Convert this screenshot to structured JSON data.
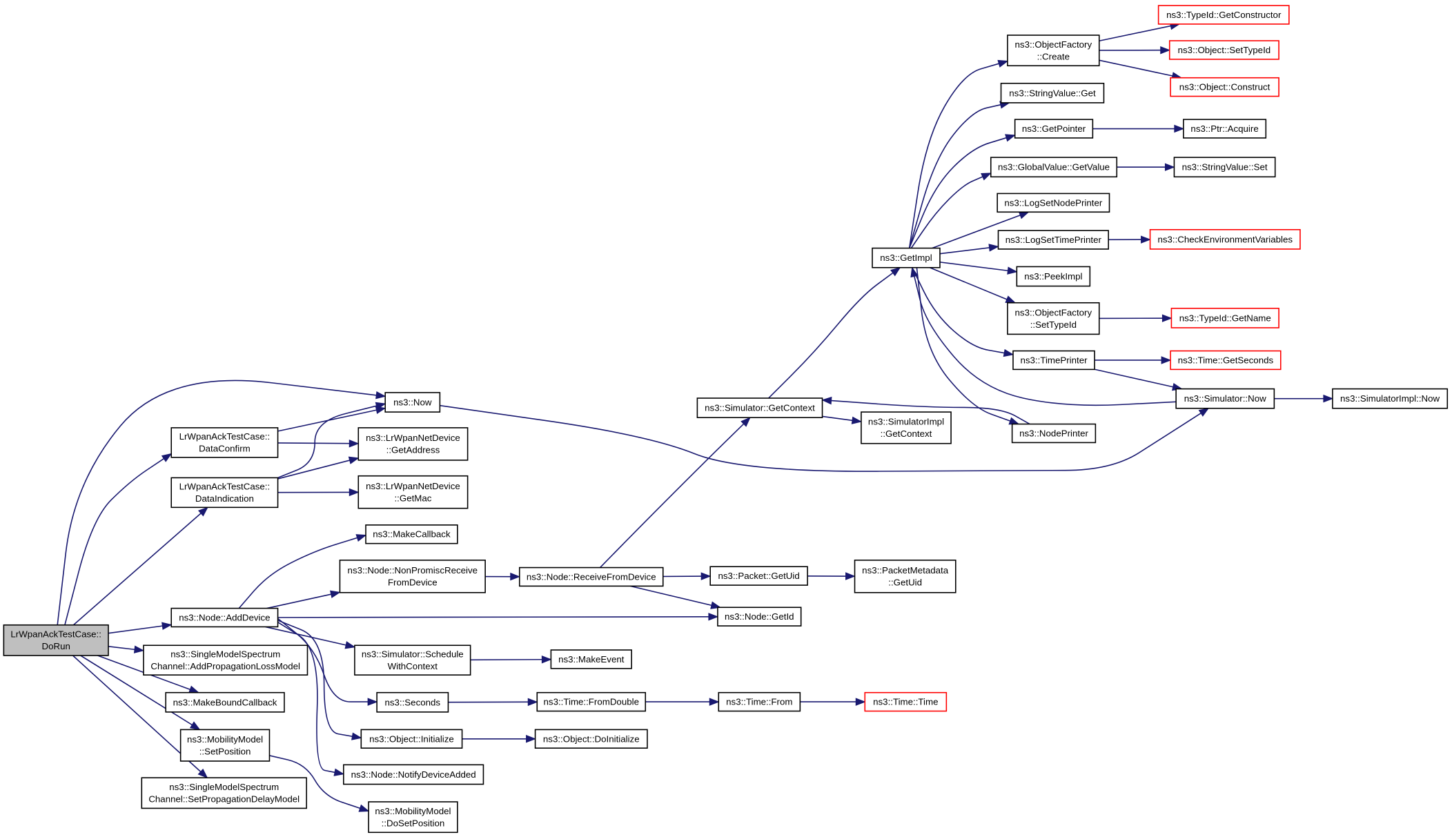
{
  "colors": {
    "edge": "#191970",
    "node_border": "#000000",
    "external_border": "#ff0000",
    "root_fill": "#bfbfbf"
  },
  "nodes": [
    {
      "id": "dorun",
      "lines": [
        "LrWpanAckTestCase::",
        "DoRun"
      ],
      "root": true
    },
    {
      "id": "now",
      "lines": [
        "ns3::Now"
      ]
    },
    {
      "id": "dataconfirm",
      "lines": [
        "LrWpanAckTestCase::",
        "DataConfirm"
      ]
    },
    {
      "id": "dataindication",
      "lines": [
        "LrWpanAckTestCase::",
        "DataIndication"
      ]
    },
    {
      "id": "getaddress",
      "lines": [
        "ns3::LrWpanNetDevice",
        "::GetAddress"
      ]
    },
    {
      "id": "getmac",
      "lines": [
        "ns3::LrWpanNetDevice",
        "::GetMac"
      ]
    },
    {
      "id": "adddevice",
      "lines": [
        "ns3::Node::AddDevice"
      ]
    },
    {
      "id": "addproploss",
      "lines": [
        "ns3::SingleModelSpectrum",
        "Channel::AddPropagationLossModel"
      ]
    },
    {
      "id": "makeboundcallback",
      "lines": [
        "ns3::MakeBoundCallback"
      ]
    },
    {
      "id": "setposition",
      "lines": [
        "ns3::MobilityModel",
        "::SetPosition"
      ]
    },
    {
      "id": "setpropdelay",
      "lines": [
        "ns3::SingleModelSpectrum",
        "Channel::SetPropagationDelayModel"
      ]
    },
    {
      "id": "makecallback",
      "lines": [
        "ns3::MakeCallback"
      ]
    },
    {
      "id": "nonpromisc",
      "lines": [
        "ns3::Node::NonPromiscReceive",
        "FromDevice"
      ]
    },
    {
      "id": "schedulewc",
      "lines": [
        "ns3::Simulator::Schedule",
        "WithContext"
      ]
    },
    {
      "id": "seconds",
      "lines": [
        "ns3::Seconds"
      ]
    },
    {
      "id": "objinit",
      "lines": [
        "ns3::Object::Initialize"
      ]
    },
    {
      "id": "notifydevadded",
      "lines": [
        "ns3::Node::NotifyDeviceAdded"
      ]
    },
    {
      "id": "dosetposition",
      "lines": [
        "ns3::MobilityModel",
        "::DoSetPosition"
      ]
    },
    {
      "id": "receivefromdevice",
      "lines": [
        "ns3::Node::ReceiveFromDevice"
      ]
    },
    {
      "id": "makeevent",
      "lines": [
        "ns3::MakeEvent"
      ]
    },
    {
      "id": "fromdouble",
      "lines": [
        "ns3::Time::FromDouble"
      ]
    },
    {
      "id": "doinitialize",
      "lines": [
        "ns3::Object::DoInitialize"
      ]
    },
    {
      "id": "simgetcontext",
      "lines": [
        "ns3::Simulator::GetContext"
      ]
    },
    {
      "id": "packetgetuid",
      "lines": [
        "ns3::Packet::GetUid"
      ]
    },
    {
      "id": "nodegetid",
      "lines": [
        "ns3::Node::GetId"
      ]
    },
    {
      "id": "timefrom",
      "lines": [
        "ns3::Time::From"
      ]
    },
    {
      "id": "timetime",
      "lines": [
        "ns3::Time::Time"
      ],
      "external": true
    },
    {
      "id": "pmgetuid",
      "lines": [
        "ns3::PacketMetadata",
        "::GetUid"
      ]
    },
    {
      "id": "simimplgetcontext",
      "lines": [
        "ns3::SimulatorImpl",
        "::GetContext"
      ]
    },
    {
      "id": "getimpl",
      "lines": [
        "ns3::GetImpl"
      ]
    },
    {
      "id": "ofcreate",
      "lines": [
        "ns3::ObjectFactory",
        "::Create"
      ]
    },
    {
      "id": "svget",
      "lines": [
        "ns3::StringValue::Get"
      ]
    },
    {
      "id": "getpointer",
      "lines": [
        "ns3::GetPointer"
      ]
    },
    {
      "id": "gvgetvalue",
      "lines": [
        "ns3::GlobalValue::GetValue"
      ]
    },
    {
      "id": "logsetnode",
      "lines": [
        "ns3::LogSetNodePrinter"
      ]
    },
    {
      "id": "logsettime",
      "lines": [
        "ns3::LogSetTimePrinter"
      ]
    },
    {
      "id": "peekimpl",
      "lines": [
        "ns3::PeekImpl"
      ]
    },
    {
      "id": "ofsettypeid",
      "lines": [
        "ns3::ObjectFactory",
        "::SetTypeId"
      ]
    },
    {
      "id": "timeprinter",
      "lines": [
        "ns3::TimePrinter"
      ]
    },
    {
      "id": "nodeprinter",
      "lines": [
        "ns3::NodePrinter"
      ]
    },
    {
      "id": "simnow",
      "lines": [
        "ns3::Simulator::Now"
      ]
    },
    {
      "id": "typeidgetconstructor",
      "lines": [
        "ns3::TypeId::GetConstructor"
      ],
      "external": true
    },
    {
      "id": "objsettypeid",
      "lines": [
        "ns3::Object::SetTypeId"
      ],
      "external": true
    },
    {
      "id": "objconstruct",
      "lines": [
        "ns3::Object::Construct"
      ],
      "external": true
    },
    {
      "id": "ptracquire",
      "lines": [
        "ns3::Ptr::Acquire"
      ]
    },
    {
      "id": "svset",
      "lines": [
        "ns3::StringValue::Set"
      ]
    },
    {
      "id": "checkenv",
      "lines": [
        "ns3::CheckEnvironmentVariables"
      ],
      "external": true
    },
    {
      "id": "typeidgetname",
      "lines": [
        "ns3::TypeId::GetName"
      ],
      "external": true
    },
    {
      "id": "timegetseconds",
      "lines": [
        "ns3::Time::GetSeconds"
      ],
      "external": true
    },
    {
      "id": "simimplnow",
      "lines": [
        "ns3::SimulatorImpl::Now"
      ]
    }
  ],
  "edges": [
    [
      "dorun",
      "now"
    ],
    [
      "dorun",
      "dataconfirm"
    ],
    [
      "dorun",
      "dataindication"
    ],
    [
      "dorun",
      "adddevice"
    ],
    [
      "dorun",
      "addproploss"
    ],
    [
      "dorun",
      "makeboundcallback"
    ],
    [
      "dorun",
      "setposition"
    ],
    [
      "dorun",
      "setpropdelay"
    ],
    [
      "dataconfirm",
      "now"
    ],
    [
      "dataconfirm",
      "getaddress"
    ],
    [
      "dataindication",
      "now"
    ],
    [
      "dataindication",
      "getaddress"
    ],
    [
      "dataindication",
      "getmac"
    ],
    [
      "now",
      "simnow"
    ],
    [
      "adddevice",
      "makecallback"
    ],
    [
      "adddevice",
      "nonpromisc"
    ],
    [
      "adddevice",
      "nodegetid"
    ],
    [
      "adddevice",
      "schedulewc"
    ],
    [
      "adddevice",
      "seconds"
    ],
    [
      "adddevice",
      "objinit"
    ],
    [
      "adddevice",
      "notifydevadded"
    ],
    [
      "setposition",
      "dosetposition"
    ],
    [
      "nonpromisc",
      "receivefromdevice"
    ],
    [
      "receivefromdevice",
      "simgetcontext"
    ],
    [
      "receivefromdevice",
      "packetgetuid"
    ],
    [
      "receivefromdevice",
      "nodegetid"
    ],
    [
      "schedulewc",
      "makeevent"
    ],
    [
      "seconds",
      "fromdouble"
    ],
    [
      "objinit",
      "doinitialize"
    ],
    [
      "fromdouble",
      "timefrom"
    ],
    [
      "timefrom",
      "timetime"
    ],
    [
      "packetgetuid",
      "pmgetuid"
    ],
    [
      "simgetcontext",
      "getimpl"
    ],
    [
      "simgetcontext",
      "simimplgetcontext"
    ],
    [
      "getimpl",
      "ofcreate"
    ],
    [
      "getimpl",
      "svget"
    ],
    [
      "getimpl",
      "getpointer"
    ],
    [
      "getimpl",
      "gvgetvalue"
    ],
    [
      "getimpl",
      "logsetnode"
    ],
    [
      "getimpl",
      "logsettime"
    ],
    [
      "getimpl",
      "peekimpl"
    ],
    [
      "getimpl",
      "ofsettypeid"
    ],
    [
      "getimpl",
      "timeprinter"
    ],
    [
      "getimpl",
      "nodeprinter"
    ],
    [
      "ofcreate",
      "typeidgetconstructor"
    ],
    [
      "ofcreate",
      "objsettypeid"
    ],
    [
      "ofcreate",
      "objconstruct"
    ],
    [
      "getpointer",
      "ptracquire"
    ],
    [
      "gvgetvalue",
      "svset"
    ],
    [
      "logsettime",
      "checkenv"
    ],
    [
      "ofsettypeid",
      "typeidgetname"
    ],
    [
      "timeprinter",
      "timegetseconds"
    ],
    [
      "timeprinter",
      "simnow"
    ],
    [
      "nodeprinter",
      "simgetcontext"
    ],
    [
      "simnow",
      "getimpl"
    ],
    [
      "simnow",
      "simimplnow"
    ]
  ]
}
